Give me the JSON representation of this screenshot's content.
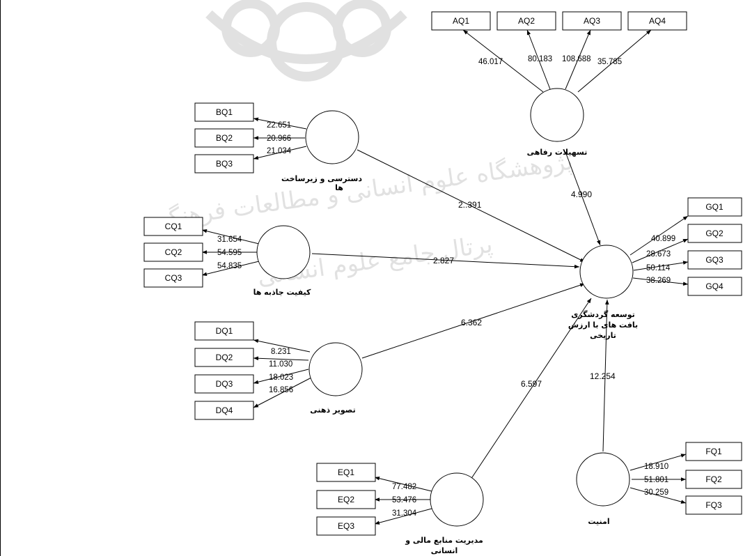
{
  "diagram": {
    "latent_variables": {
      "amenities": "تسهیلات رفاهی",
      "access": [
        "دسترسی و زیرساخت",
        "ها"
      ],
      "attractions": "کیفیت جاذبه ها",
      "image": "تصویر ذهنی",
      "management": [
        "مدیریت منابع مالی و",
        "انسانی"
      ],
      "security": "امنیت",
      "development": [
        "توسعه گردشگری",
        "بافت های با ارزش",
        "تاریخی"
      ]
    },
    "indicators": {
      "AQ": [
        {
          "label": "AQ1",
          "value": "46.017"
        },
        {
          "label": "AQ2",
          "value": "80.183"
        },
        {
          "label": "AQ3",
          "value": "108.688"
        },
        {
          "label": "AQ4",
          "value": "35.785"
        }
      ],
      "BQ": [
        {
          "label": "BQ1",
          "value": "22.651"
        },
        {
          "label": "BQ2",
          "value": "20.966"
        },
        {
          "label": "BQ3",
          "value": "21.034"
        }
      ],
      "CQ": [
        {
          "label": "CQ1",
          "value": "31.654"
        },
        {
          "label": "CQ2",
          "value": "54.595"
        },
        {
          "label": "CQ3",
          "value": "54.835"
        }
      ],
      "DQ": [
        {
          "label": "DQ1",
          "value": "8.231"
        },
        {
          "label": "DQ2",
          "value": "11.030"
        },
        {
          "label": "DQ3",
          "value": "18.023"
        },
        {
          "label": "DQ4",
          "value": "16.856"
        }
      ],
      "EQ": [
        {
          "label": "EQ1",
          "value": "77.482"
        },
        {
          "label": "EQ2",
          "value": "53.476"
        },
        {
          "label": "EQ3",
          "value": "31.304"
        }
      ],
      "FQ": [
        {
          "label": "FQ1",
          "value": "18.910"
        },
        {
          "label": "FQ2",
          "value": "51.801"
        },
        {
          "label": "FQ3",
          "value": "30.259"
        }
      ],
      "GQ": [
        {
          "label": "GQ1",
          "value": "40.899"
        },
        {
          "label": "GQ2",
          "value": "28.673"
        },
        {
          "label": "GQ3",
          "value": "50.114"
        },
        {
          "label": "GQ4",
          "value": "38.269"
        }
      ]
    },
    "paths": {
      "amenities": "4.990",
      "access": "2..391",
      "attractions": "2.827",
      "image": "6.362",
      "management": "6.597",
      "security": "12.254"
    },
    "watermark": {
      "line1": "پژوهشگاه علوم انسانی و مطالعات فرهنگی",
      "line2": "پرتال جامع علوم انسانی"
    }
  }
}
